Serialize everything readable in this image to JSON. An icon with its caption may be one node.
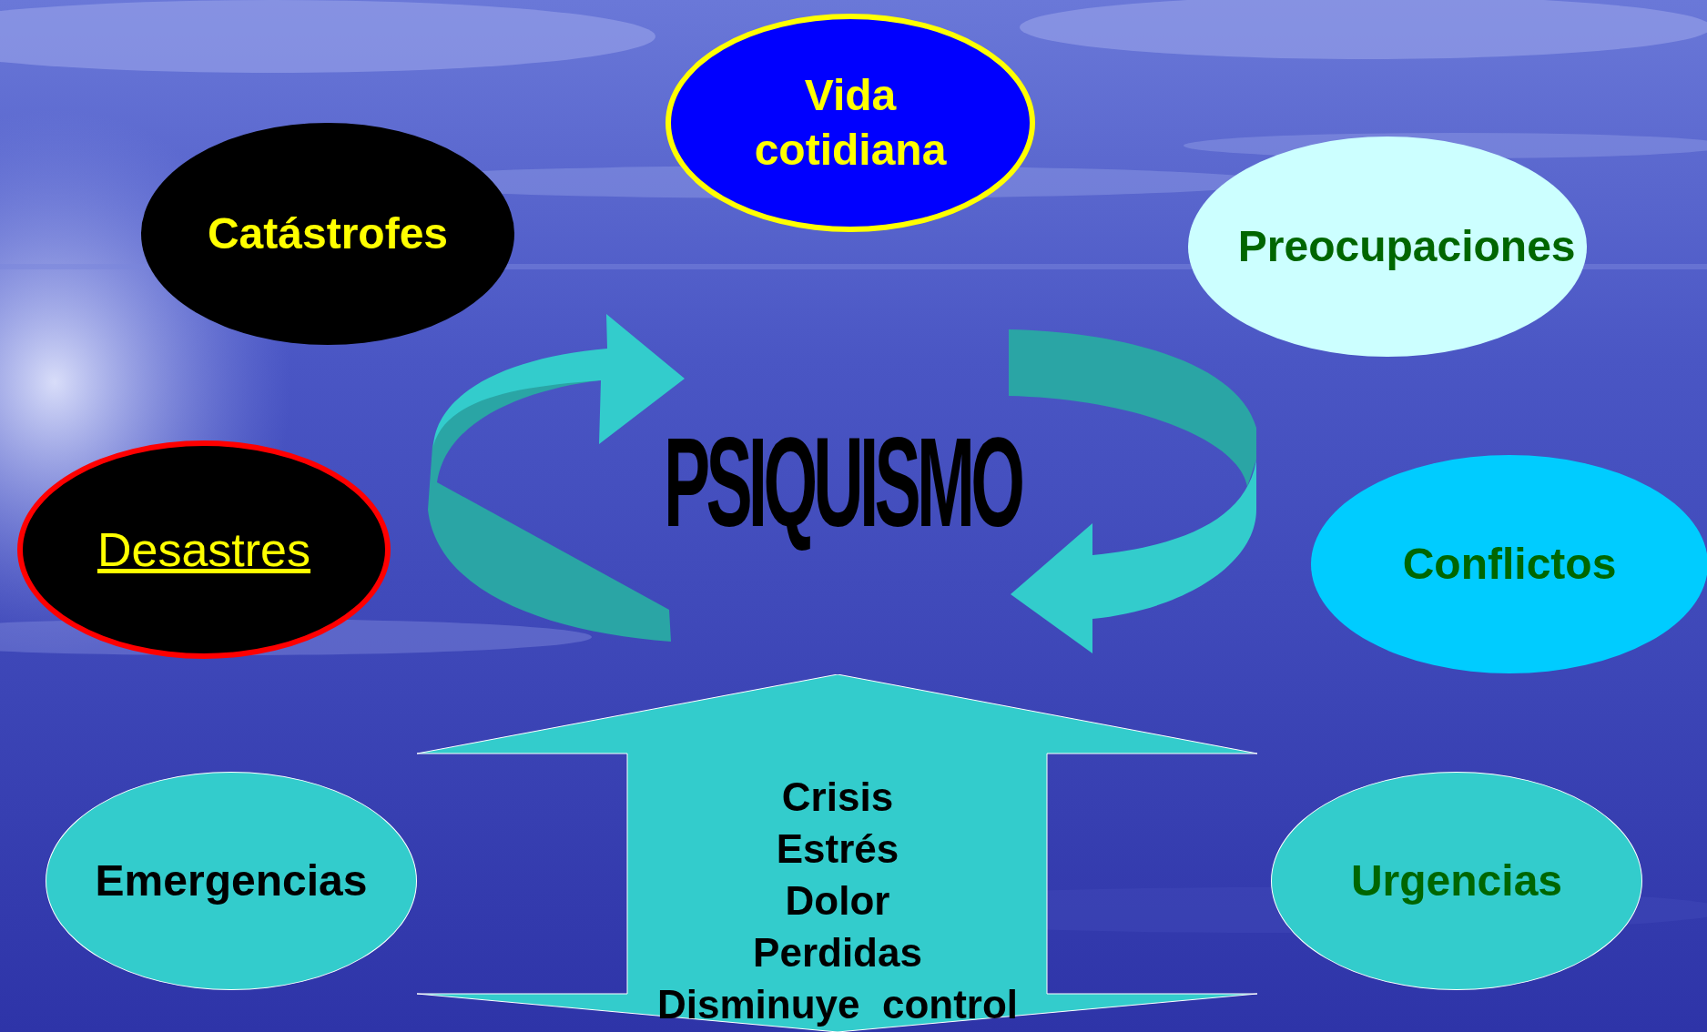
{
  "diagram": {
    "nodes": [
      {
        "text": [
          "Vida cotidiana"
        ]
      },
      {
        "text": [
          "Catástrofes"
        ]
      },
      {
        "text": [
          "Preocupaciones"
        ]
      },
      {
        "text": [
          "PSIQUISMO"
        ]
      },
      {
        "text": [
          "Desastres"
        ]
      },
      {
        "text": [
          "Conflictos"
        ]
      },
      {
        "text": [
          "Crisis",
          "Estrés",
          "Dolor",
          "Perdidas",
          "Disminuye  control"
        ]
      },
      {
        "text": [
          "Emergencias"
        ]
      },
      {
        "text": [
          "Urgencias"
        ]
      }
    ]
  }
}
